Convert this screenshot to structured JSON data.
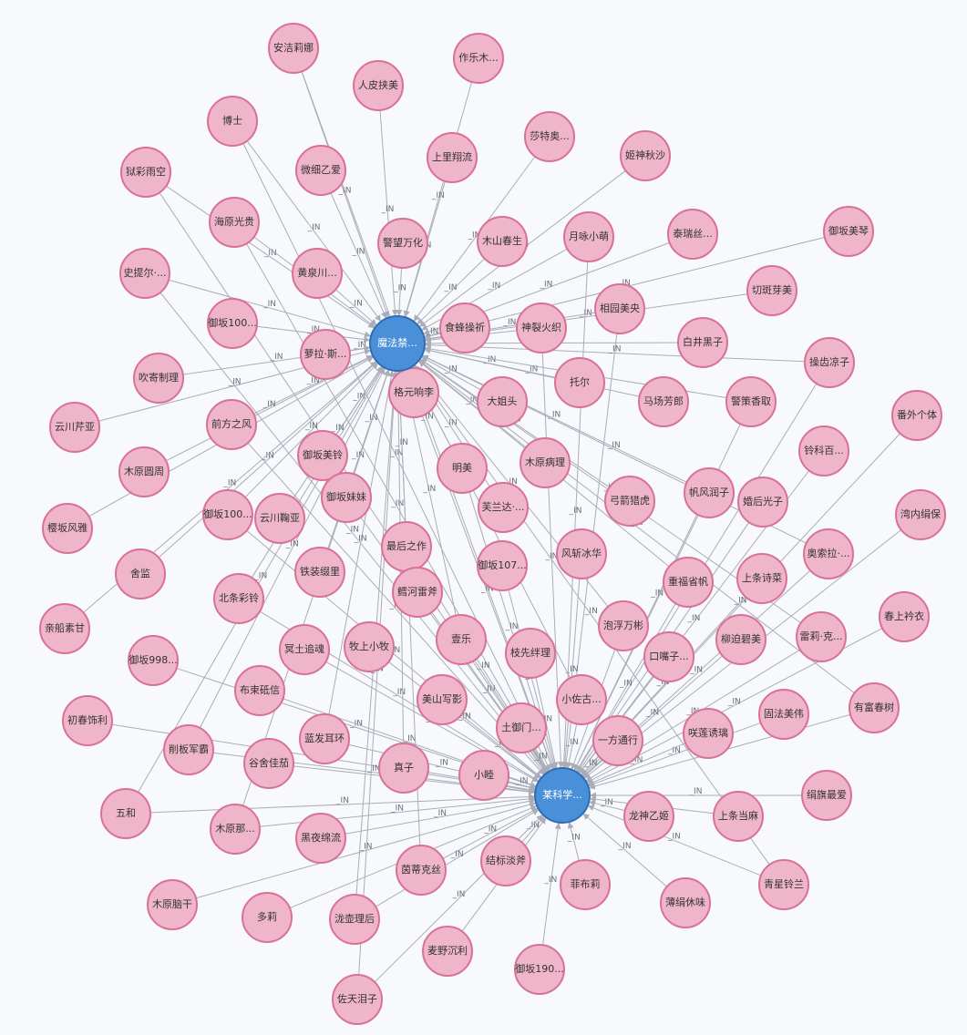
{
  "graph": {
    "hubs": [
      {
        "id": "h1",
        "label": "魔法禁..."
      },
      {
        "id": "h2",
        "label": "某科学..."
      }
    ],
    "edge_label": "_IN",
    "nodes": [
      {
        "id": "n1",
        "label": "安洁莉娜"
      },
      {
        "id": "n2",
        "label": "作乐木..."
      },
      {
        "id": "n3",
        "label": "人皮挟美"
      },
      {
        "id": "n4",
        "label": "博士"
      },
      {
        "id": "n5",
        "label": "莎特奥..."
      },
      {
        "id": "n6",
        "label": "姬神秋沙"
      },
      {
        "id": "n7",
        "label": "狱彩雨空"
      },
      {
        "id": "n8",
        "label": "微细乙爱"
      },
      {
        "id": "n9",
        "label": "上里翔流"
      },
      {
        "id": "n10",
        "label": "海原光贵"
      },
      {
        "id": "n11",
        "label": "警望万化"
      },
      {
        "id": "n12",
        "label": "木山春生"
      },
      {
        "id": "n13",
        "label": "月咏小萌"
      },
      {
        "id": "n14",
        "label": "泰瑞丝..."
      },
      {
        "id": "n15",
        "label": "御坂美琴"
      },
      {
        "id": "n16",
        "label": "史提尔·..."
      },
      {
        "id": "n17",
        "label": "黄泉川..."
      },
      {
        "id": "n18",
        "label": "切斑芽美"
      },
      {
        "id": "n19",
        "label": "相园美央"
      },
      {
        "id": "n20",
        "label": "御坂100..."
      },
      {
        "id": "n21",
        "label": "食蜂操祈"
      },
      {
        "id": "n22",
        "label": "神裂火织"
      },
      {
        "id": "n23",
        "label": "白井黑子"
      },
      {
        "id": "n24",
        "label": "萝拉·斯..."
      },
      {
        "id": "n25",
        "label": "操齿凉子"
      },
      {
        "id": "n26",
        "label": "吹寄制理"
      },
      {
        "id": "n27",
        "label": "托尔"
      },
      {
        "id": "n28",
        "label": "格元响李"
      },
      {
        "id": "n29",
        "label": "大姐头"
      },
      {
        "id": "n30",
        "label": "马场芳郎"
      },
      {
        "id": "n31",
        "label": "警策香取"
      },
      {
        "id": "n32",
        "label": "番外个体"
      },
      {
        "id": "n33",
        "label": "云川芹亚"
      },
      {
        "id": "n34",
        "label": "前方之风"
      },
      {
        "id": "n35",
        "label": "铃科百..."
      },
      {
        "id": "n36",
        "label": "御坂美铃"
      },
      {
        "id": "n37",
        "label": "明美"
      },
      {
        "id": "n38",
        "label": "木原病理"
      },
      {
        "id": "n39",
        "label": "木原圆周"
      },
      {
        "id": "n40",
        "label": "帆风润子"
      },
      {
        "id": "n41",
        "label": "弓箭猎虎"
      },
      {
        "id": "n42",
        "label": "婚后光子"
      },
      {
        "id": "n43",
        "label": "御坂妹妹"
      },
      {
        "id": "n44",
        "label": "芙兰达·..."
      },
      {
        "id": "n45",
        "label": "湾内绢保"
      },
      {
        "id": "n46",
        "label": "御坂100..."
      },
      {
        "id": "n47",
        "label": "云川鞠亚"
      },
      {
        "id": "n48",
        "label": "樱坂风雅"
      },
      {
        "id": "n49",
        "label": "最后之作"
      },
      {
        "id": "n50",
        "label": "风斩冰华"
      },
      {
        "id": "n51",
        "label": "御坂107..."
      },
      {
        "id": "n52",
        "label": "奥索拉·..."
      },
      {
        "id": "n53",
        "label": "舍监"
      },
      {
        "id": "n54",
        "label": "铁装缀里"
      },
      {
        "id": "n55",
        "label": "重福省帆"
      },
      {
        "id": "n56",
        "label": "上条诗菜"
      },
      {
        "id": "n57",
        "label": "鳕河雷斧"
      },
      {
        "id": "n58",
        "label": "北条彩铃"
      },
      {
        "id": "n59",
        "label": "春上衿衣"
      },
      {
        "id": "n60",
        "label": "亲船素甘"
      },
      {
        "id": "n61",
        "label": "泡浮万彬"
      },
      {
        "id": "n62",
        "label": "冥土追魂"
      },
      {
        "id": "n63",
        "label": "牧上小牧"
      },
      {
        "id": "n64",
        "label": "壹乐"
      },
      {
        "id": "n65",
        "label": "枝先绊理"
      },
      {
        "id": "n66",
        "label": "柳迫碧美"
      },
      {
        "id": "n67",
        "label": "雷莉·克..."
      },
      {
        "id": "n68",
        "label": "御坂998..."
      },
      {
        "id": "n69",
        "label": "口嘴子..."
      },
      {
        "id": "n70",
        "label": "有富春树"
      },
      {
        "id": "n71",
        "label": "布束砥信"
      },
      {
        "id": "n72",
        "label": "美山写影"
      },
      {
        "id": "n73",
        "label": "小佐古..."
      },
      {
        "id": "n74",
        "label": "固法美伟"
      },
      {
        "id": "n75",
        "label": "初春饰利"
      },
      {
        "id": "n76",
        "label": "蓝发耳环"
      },
      {
        "id": "n77",
        "label": "土御门..."
      },
      {
        "id": "n78",
        "label": "咲莲诱璃"
      },
      {
        "id": "n79",
        "label": "削板军霸"
      },
      {
        "id": "n80",
        "label": "一方通行"
      },
      {
        "id": "n81",
        "label": "谷舍佳茄"
      },
      {
        "id": "n82",
        "label": "真子"
      },
      {
        "id": "n83",
        "label": "小睦"
      },
      {
        "id": "n84",
        "label": "绢旗最爱"
      },
      {
        "id": "n85",
        "label": "五和"
      },
      {
        "id": "n86",
        "label": "龙神乙姬"
      },
      {
        "id": "n87",
        "label": "上条当麻"
      },
      {
        "id": "n88",
        "label": "木原那..."
      },
      {
        "id": "n89",
        "label": "黑夜绵流"
      },
      {
        "id": "n90",
        "label": "结标淡斧"
      },
      {
        "id": "n91",
        "label": "茵蒂克丝"
      },
      {
        "id": "n92",
        "label": "菲布莉"
      },
      {
        "id": "n93",
        "label": "薄绢休味"
      },
      {
        "id": "n94",
        "label": "青星铃兰"
      },
      {
        "id": "n95",
        "label": "木原脑干"
      },
      {
        "id": "n96",
        "label": "多莉"
      },
      {
        "id": "n97",
        "label": "泷壶理后"
      },
      {
        "id": "n98",
        "label": "麦野沉利"
      },
      {
        "id": "n99",
        "label": "御坂190..."
      },
      {
        "id": "n100",
        "label": "佐天泪子"
      }
    ]
  }
}
